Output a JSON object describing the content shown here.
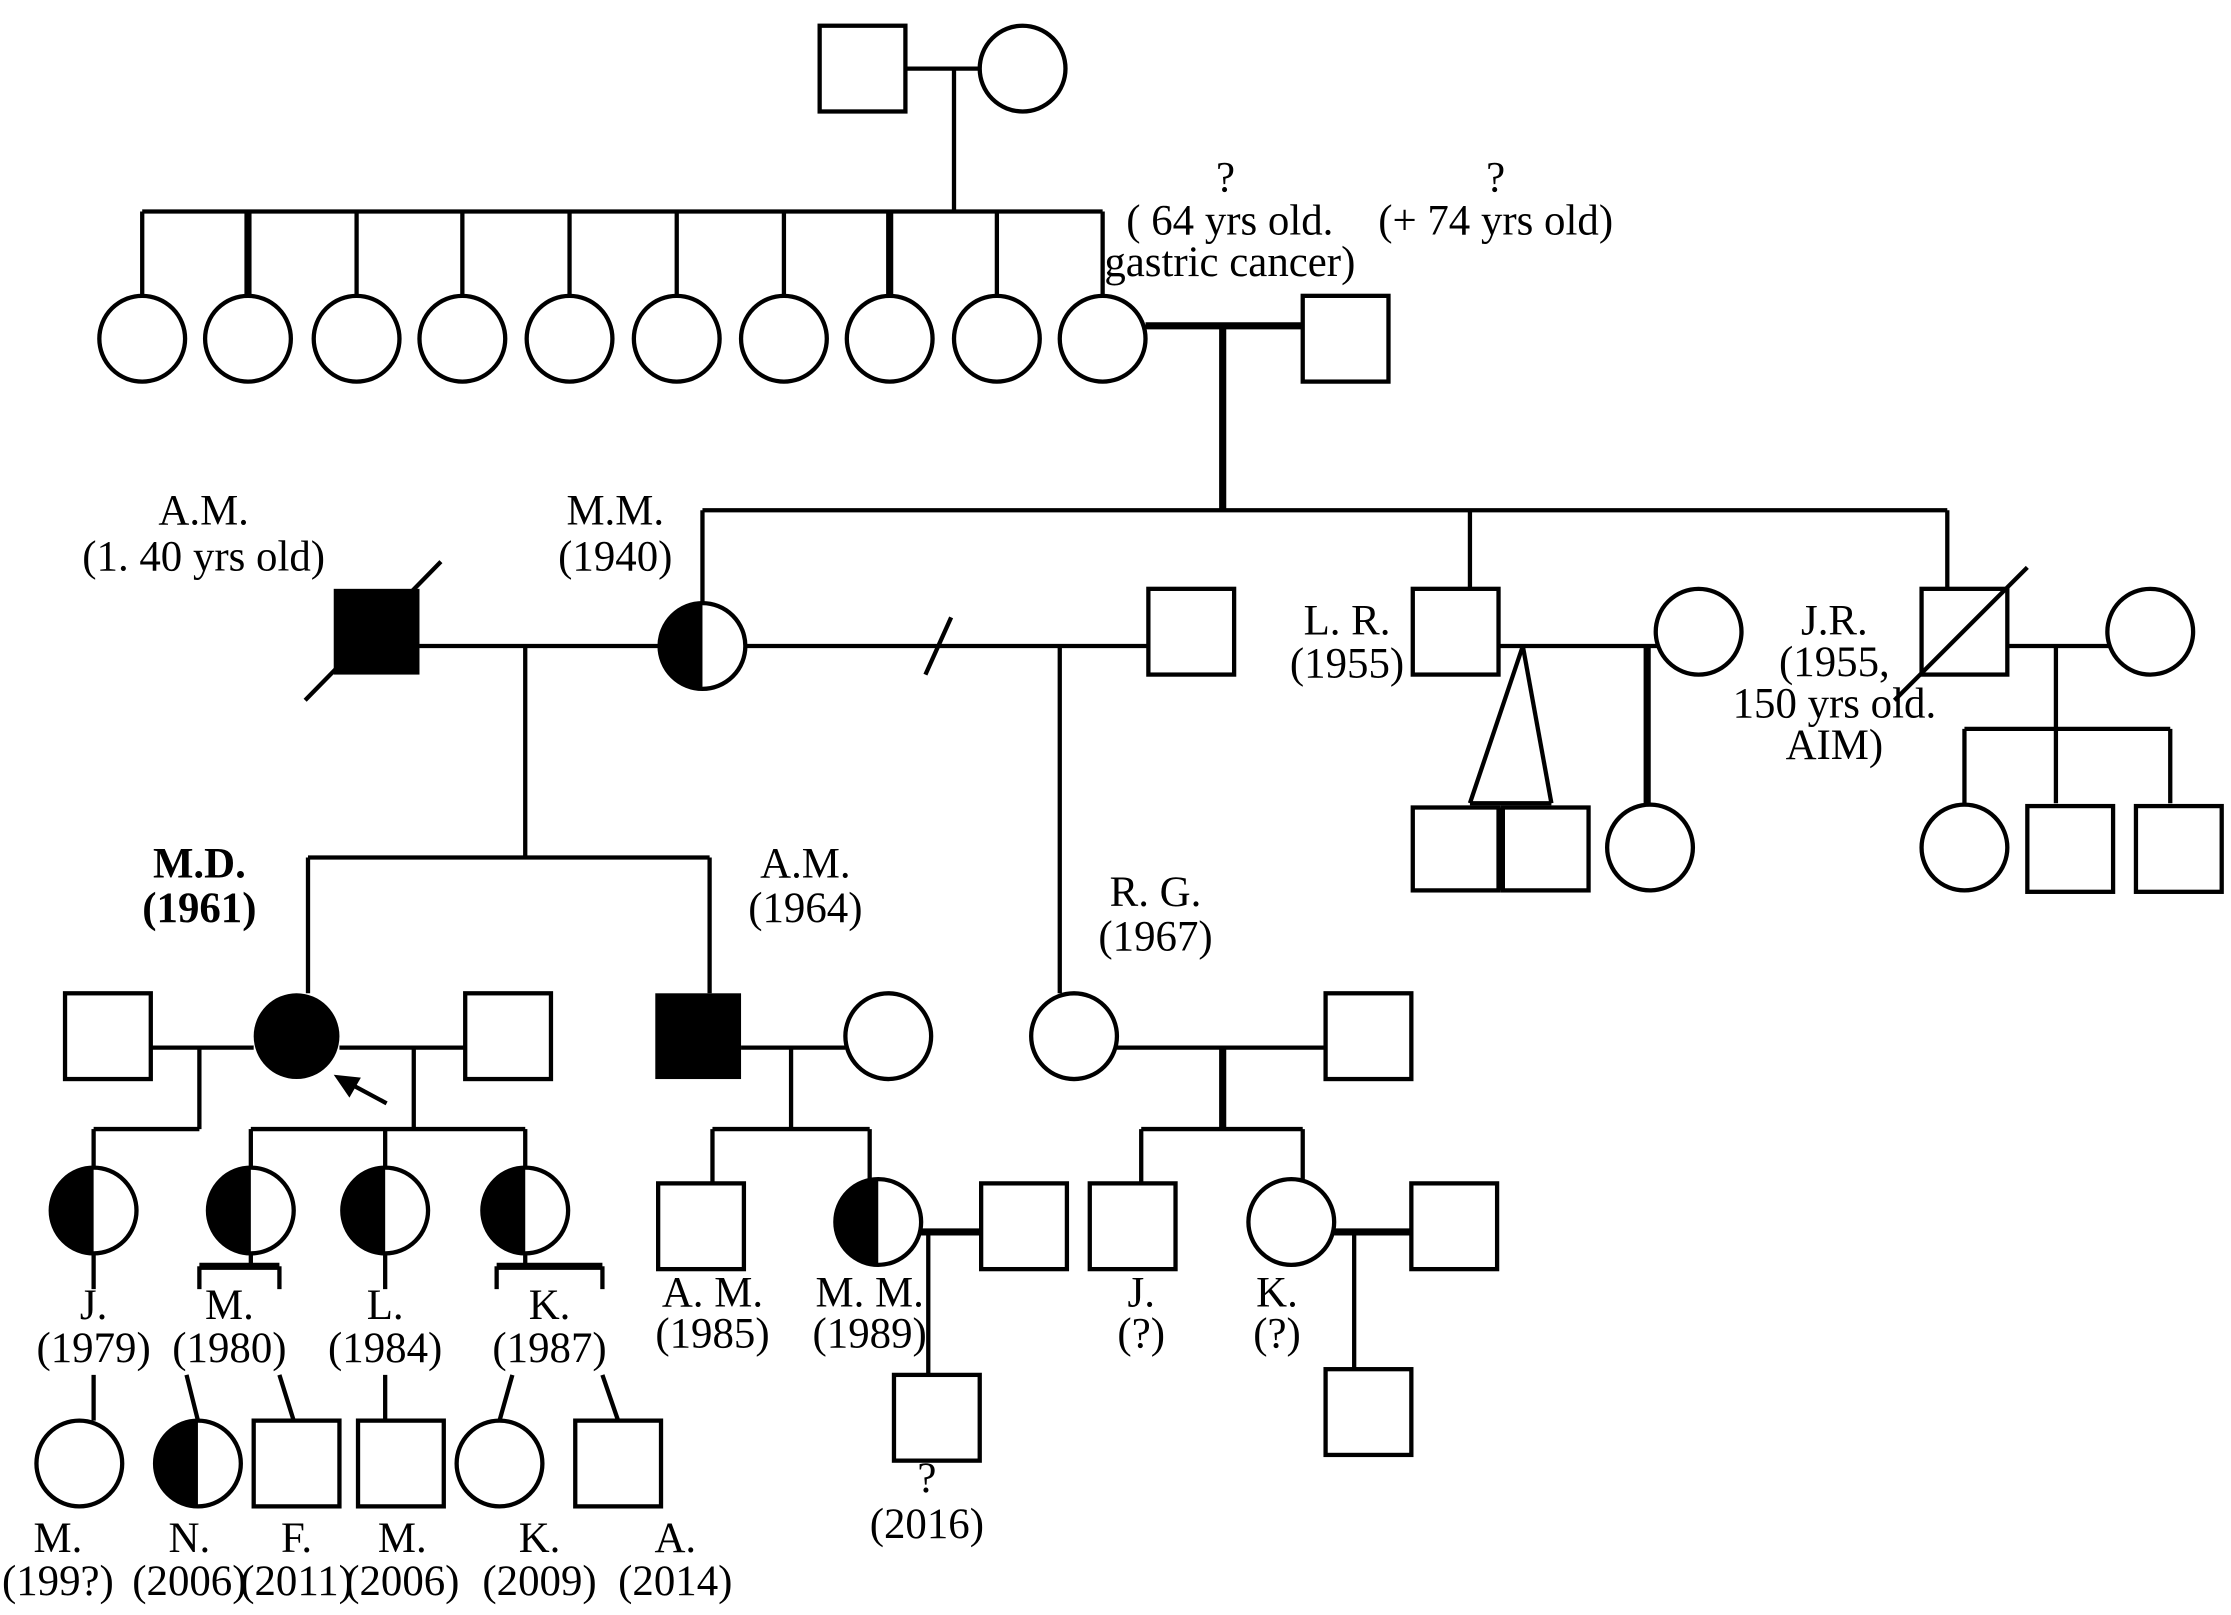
{
  "labels": {
    "gp_m1": "?",
    "gp_m2": "(   64 yrs old.",
    "gp_m3": "gastric cancer)",
    "gp_f1": "?",
    "gp_f2": "(+ 74 yrs old)",
    "am_name": "A.M.",
    "am_age": "(1. 40 yrs old)",
    "mm_name": "M.M.",
    "mm_year": "(1940)",
    "lr_name": "L. R.",
    "lr_year": "(1955)",
    "jr_name": "J.R.",
    "jr_l2": "(1955,",
    "jr_l3": "150 yrs old.",
    "jr_l4": "AIM)",
    "md_name": "M.D.",
    "md_year": "(1961)",
    "am2_name": "A.M.",
    "am2_year": "(1964)",
    "rg_name": "R. G.",
    "rg_year": "(1967)",
    "j_name": "J.",
    "j_year": "(1979)",
    "m_name": "M.",
    "m_year": "(1980)",
    "l_name": "L.",
    "l_year": "(1984)",
    "k_name": "K.",
    "k_year": "(1987)",
    "am3_name": "A.   M.",
    "am3_year": "(1985)",
    "mm2_name": "M. M.",
    "mm2_year": "(1989)",
    "j2_name": "J.",
    "j2_year": "(?)",
    "k2_name": "K.",
    "k2_year": "(?)",
    "q_name": "?",
    "q_year": "(2016)",
    "gm_name": "M.",
    "gm_year": "(199?)",
    "gn_name": "N.",
    "gn_year": "(2006)",
    "gf_name": "F.",
    "gf_year": "(2011)",
    "gm2_name": "M.",
    "gm2_year": "(2006)",
    "gk_name": "K.",
    "gk_year": "(2009)",
    "ga_name": "A.",
    "ga_year": "(2014)"
  },
  "colors": {
    "affected": "#000000",
    "unaffected": "#ffffff",
    "line": "#000000"
  }
}
